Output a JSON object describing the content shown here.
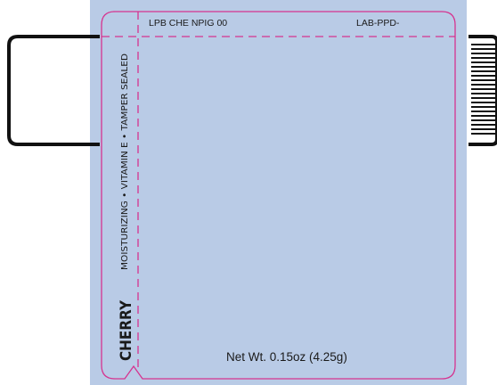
{
  "label": {
    "code_left": "LPB CHE NPIG 00",
    "code_right": "LAB-PPD-",
    "side_text": "MOISTURIZING • VITAMIN E • TAMPER SEALED",
    "flavor": "CHERRY",
    "net_weight": "Net Wt. 0.15oz (4.25g)"
  },
  "colors": {
    "label_background": "#b9cbe6",
    "dieline": "#d6338f",
    "outline": "#111111",
    "text": "#1a1a1a"
  }
}
